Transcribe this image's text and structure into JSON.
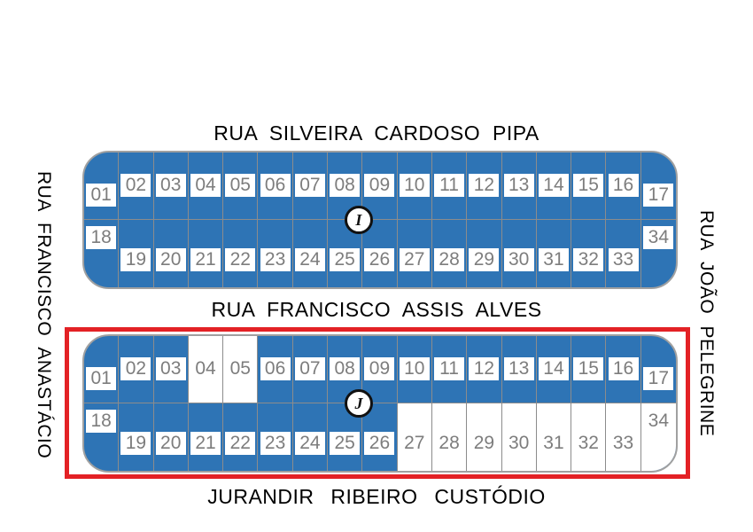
{
  "colors": {
    "block_fill": "#2e74b5",
    "vacant_fill": "#ffffff",
    "grid_line": "#8c8c8c",
    "lot_number_text": "#7d7d7d",
    "highlight_border": "#e32125",
    "street_text": "#000000"
  },
  "streets": {
    "top": "RUA SILVEIRA CARDOSO PIPA",
    "middle": "RUA FRANCISCO ASSIS ALVES",
    "bottom": "JURANDIR RIBEIRO CUSTÓDIO",
    "left": "RUA FRANCISCO ANASTÁCIO",
    "right": "RUA JOÃO PELEGRINE"
  },
  "blocks": [
    {
      "id": "I",
      "label": "I",
      "highlighted": false,
      "rows": [
        {
          "lots": [
            {
              "n": "01"
            },
            {
              "n": "02"
            },
            {
              "n": "03"
            },
            {
              "n": "04"
            },
            {
              "n": "05"
            },
            {
              "n": "06"
            },
            {
              "n": "07"
            },
            {
              "n": "08"
            },
            {
              "n": "09"
            },
            {
              "n": "10"
            },
            {
              "n": "11"
            },
            {
              "n": "12"
            },
            {
              "n": "13"
            },
            {
              "n": "14"
            },
            {
              "n": "15"
            },
            {
              "n": "16"
            },
            {
              "n": "17"
            }
          ]
        },
        {
          "lots": [
            {
              "n": "18"
            },
            {
              "n": "19"
            },
            {
              "n": "20"
            },
            {
              "n": "21"
            },
            {
              "n": "22"
            },
            {
              "n": "23"
            },
            {
              "n": "24"
            },
            {
              "n": "25"
            },
            {
              "n": "26"
            },
            {
              "n": "27"
            },
            {
              "n": "28"
            },
            {
              "n": "29"
            },
            {
              "n": "30"
            },
            {
              "n": "31"
            },
            {
              "n": "32"
            },
            {
              "n": "33"
            },
            {
              "n": "34"
            }
          ]
        }
      ]
    },
    {
      "id": "J",
      "label": "J",
      "highlighted": true,
      "rows": [
        {
          "lots": [
            {
              "n": "01"
            },
            {
              "n": "02"
            },
            {
              "n": "03"
            },
            {
              "n": "04",
              "vacant": true
            },
            {
              "n": "05",
              "vacant": true
            },
            {
              "n": "06"
            },
            {
              "n": "07"
            },
            {
              "n": "08"
            },
            {
              "n": "09"
            },
            {
              "n": "10"
            },
            {
              "n": "11"
            },
            {
              "n": "12"
            },
            {
              "n": "13"
            },
            {
              "n": "14"
            },
            {
              "n": "15"
            },
            {
              "n": "16"
            },
            {
              "n": "17"
            }
          ]
        },
        {
          "lots": [
            {
              "n": "18"
            },
            {
              "n": "19"
            },
            {
              "n": "20"
            },
            {
              "n": "21"
            },
            {
              "n": "22"
            },
            {
              "n": "23"
            },
            {
              "n": "24"
            },
            {
              "n": "25"
            },
            {
              "n": "26"
            },
            {
              "n": "27",
              "vacant": true
            },
            {
              "n": "28",
              "vacant": true
            },
            {
              "n": "29",
              "vacant": true
            },
            {
              "n": "30",
              "vacant": true
            },
            {
              "n": "31",
              "vacant": true
            },
            {
              "n": "32",
              "vacant": true
            },
            {
              "n": "33",
              "vacant": true
            },
            {
              "n": "34",
              "vacant": true
            }
          ]
        }
      ]
    }
  ]
}
